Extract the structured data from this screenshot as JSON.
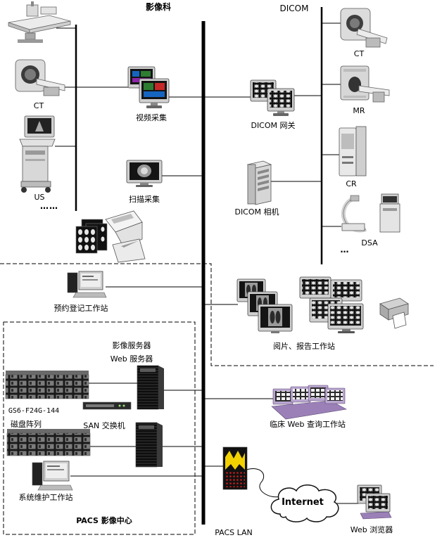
{
  "labels": {
    "department": "影像科",
    "dicom": "DICOM",
    "ct_right": "CT",
    "ct_left": "CT",
    "video_capture": "视频采集",
    "mr": "MR",
    "dicom_gateway": "DICOM 网关",
    "us": "US",
    "us_more": "……",
    "scan_capture": "扫描采集",
    "cr": "CR",
    "dicom_camera": "DICOM 相机",
    "dsa": "DSA",
    "dsa_more": "…",
    "registration": "预约登记工作站",
    "reading": "阅片、报告工作站",
    "image_server": "影像服务器",
    "web_server": "Web 服务器",
    "disk_model": "GS6-F24G-144",
    "disk_array": "磁盘阵列",
    "san_switch": "SAN 交换机",
    "clinical_web": "临床 Web 查询工作站",
    "maintenance": "系统维护工作站",
    "internet": "Internet",
    "pacs_center": "PACS 影像中心",
    "pacs_lan": "PACS LAN",
    "web_browser": "Web 浏览器"
  },
  "icons": [
    "xray-table-icon",
    "ct-scanner-icon",
    "ultrasound-icon",
    "monitor-icon",
    "film-scanner-icon",
    "xray-films-icon",
    "mr-scanner-icon",
    "cr-reader-icon",
    "dsa-icon",
    "server-tower-icon",
    "disk-array-icon",
    "san-switch-icon",
    "printer-icon",
    "firewall-icon",
    "cloud-icon"
  ],
  "colors": {
    "line": "#000000",
    "firewall_yellow": "#f2d100",
    "firewall_red": "#c81e1e",
    "workstation_stand": "#9b80b8"
  }
}
